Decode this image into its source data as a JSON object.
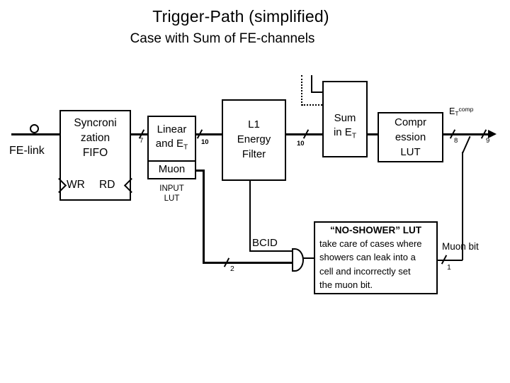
{
  "slide": {
    "title": "Trigger-Path (simplified)",
    "subtitle": "Case with Sum of FE-channels"
  },
  "io": {
    "input_label": "FE-link",
    "output_label": {
      "base": "E",
      "sub": "T",
      "sup": "comp"
    }
  },
  "blocks": {
    "sync_fifo": {
      "lines": [
        "Syncroni",
        "zation",
        "FIFO"
      ],
      "write_port": "WR",
      "read_port": "RD"
    },
    "input_lut": {
      "linear": {
        "line1": "Linear",
        "line2_base": "and E",
        "line2_sub": "T"
      },
      "muon": "Muon",
      "caption": [
        "INPUT",
        "LUT"
      ]
    },
    "l1_filter": {
      "lines": [
        "L1",
        "Energy",
        "Filter"
      ]
    },
    "sum": {
      "line1": "Sum",
      "line2_base": "in E",
      "line2_sub": "T"
    },
    "compression_lut": {
      "lines": [
        "Compr",
        "ession",
        "LUT"
      ]
    },
    "no_shower_lut": {
      "title": "“NO-SHOWER”  LUT",
      "lines": [
        "take care of cases where",
        "showers can leak into a",
        "cell and incorrectly set",
        "the muon bit."
      ]
    }
  },
  "signals": {
    "bcid": "BCID",
    "muon_bit": "Muon bit"
  },
  "bus_widths": {
    "fifo_to_linear": "7",
    "linear_to_l1": "10",
    "l1_to_sum": "10",
    "compression_out": "8",
    "trigger_out": "9",
    "muon_to_gate": "2",
    "muon_bit_out": "1"
  },
  "colors": {
    "ink": "#000000",
    "paper": "#ffffff"
  }
}
